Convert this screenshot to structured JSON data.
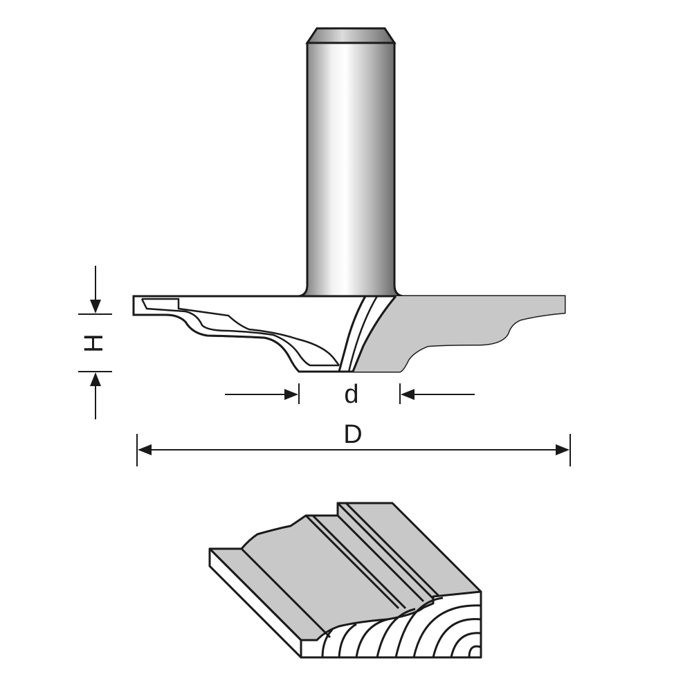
{
  "labels": {
    "height": "H",
    "shank_diameter": "d",
    "cutter_diameter": "D"
  },
  "colors": {
    "outline": "#1a1a1a",
    "face_fill": "#c8c8c8",
    "background": "#ffffff"
  }
}
